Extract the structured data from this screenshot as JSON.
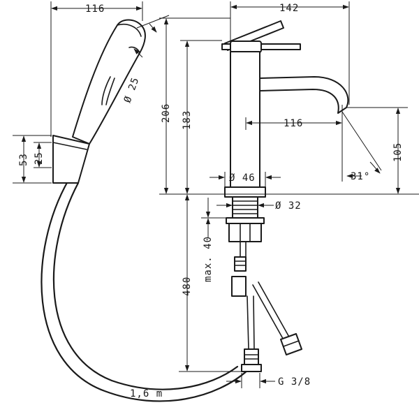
{
  "dimensions": {
    "handshower_width": "116",
    "handshower_diameter": "Ø 25",
    "holder_height": "53",
    "holder_inner": "25",
    "total_height": "206",
    "spout_height": "183",
    "projection": "142",
    "spout_reach": "116",
    "spout_height_low": "105",
    "spout_angle": "31°",
    "body_diameter": "Ø 46",
    "thread_diameter": "Ø 32",
    "max_deck": "max. 40",
    "hose_length_vertical": "480",
    "hose_length": "1,6 m",
    "connection": "G 3/8"
  }
}
